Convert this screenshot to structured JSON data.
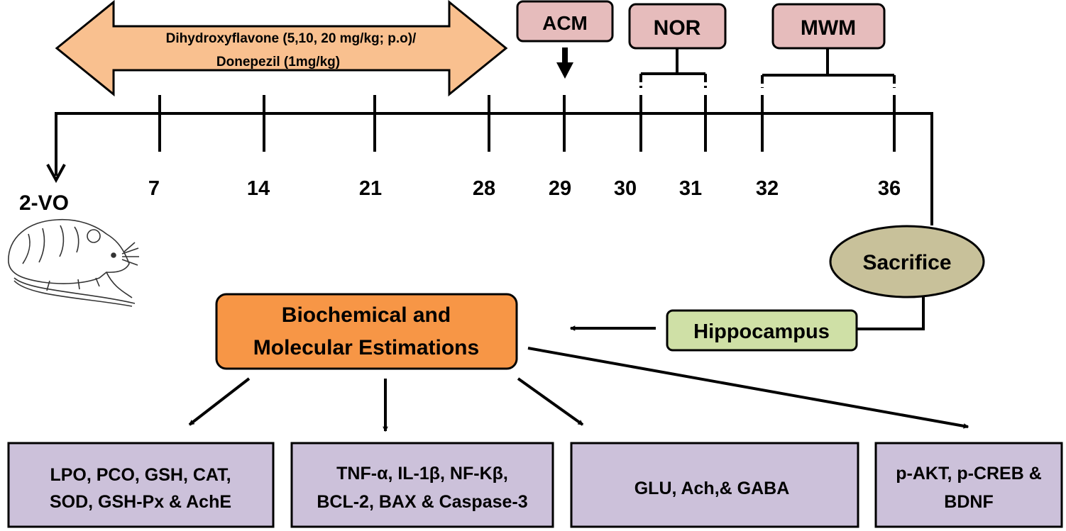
{
  "treatment": {
    "line1": "Dihydroxyflavone (5,10, 20 mg/kg; p.o)/",
    "line2": "Donepezil (1mg/kg)",
    "fill": "#f9c08f"
  },
  "tests": {
    "acm": "ACM",
    "nor": "NOR",
    "mwm": "MWM",
    "fill": "#e6bcbc"
  },
  "timeline": {
    "ticks": [
      "7",
      "14",
      "21",
      "28",
      "29",
      "30",
      "31",
      "32",
      "36"
    ],
    "start_label": "2-VO"
  },
  "sacrifice": {
    "label": "Sacrifice",
    "fill": "#c8c19a"
  },
  "hippocampus": {
    "label": "Hippocampus",
    "fill": "#cfe0a6"
  },
  "estimations": {
    "line1": "Biochemical and",
    "line2": "Molecular Estimations",
    "fill": "#f79646"
  },
  "outcomes": {
    "fill": "#ccc1da",
    "box1": {
      "line1": "LPO, PCO, GSH, CAT,",
      "line2": "SOD, GSH-Px & AchE"
    },
    "box2": {
      "line1": "TNF-α, IL-1β, NF-Kβ,",
      "line2": "BCL-2, BAX & Caspase-3"
    },
    "box3": {
      "line1": "GLU, Ach,& GABA"
    },
    "box4": {
      "line1": "p-AKT, p-CREB &",
      "line2": "BDNF"
    }
  },
  "icons": {
    "animal": "rat-icon"
  }
}
